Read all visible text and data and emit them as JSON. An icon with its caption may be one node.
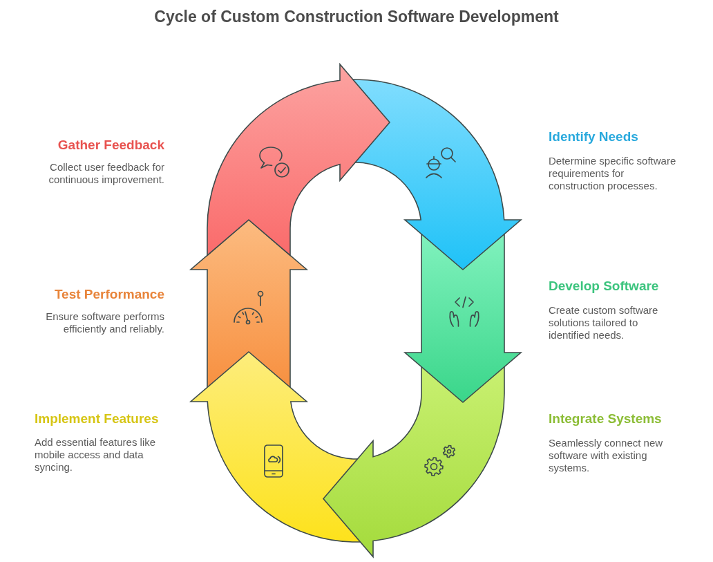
{
  "diagram": {
    "title": "Cycle of Custom Construction Software Development",
    "nodes": [
      {
        "text": [
          "Identify Needs",
          "Determine specific software requirements for construction processes."
        ]
      },
      {
        "text": [
          "Develop Software",
          "Create custom software solutions tailored to identified needs."
        ]
      },
      {
        "text": [
          "Integrate Systems",
          "Seamlessly connect new software with existing systems."
        ]
      },
      {
        "text": [
          "Implement Features",
          "Add essential features like mobile access and data syncing."
        ]
      },
      {
        "text": [
          "Test Performance",
          "Ensure software performs efficiently and reliably."
        ]
      },
      {
        "text": [
          "Gather Feedback",
          "Collect user feedback for continuous improvement."
        ]
      }
    ]
  }
}
